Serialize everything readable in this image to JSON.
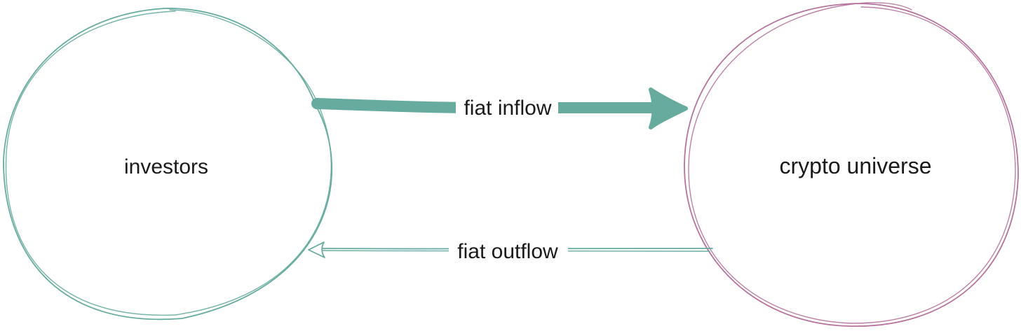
{
  "colors": {
    "teal": "#67ab9f",
    "magenta": "#b5739d",
    "text": "#1a1a1a",
    "background": "#ffffff"
  },
  "nodes": {
    "investors": {
      "label": "investors",
      "color": "#67ab9f"
    },
    "crypto": {
      "label": "crypto universe",
      "color": "#b5739d"
    }
  },
  "edges": {
    "inflow": {
      "label": "fiat inflow",
      "color": "#67ab9f",
      "from": "investors",
      "to": "crypto universe"
    },
    "outflow": {
      "label": "fiat outflow",
      "color": "#67ab9f",
      "from": "crypto universe",
      "to": "investors"
    }
  }
}
